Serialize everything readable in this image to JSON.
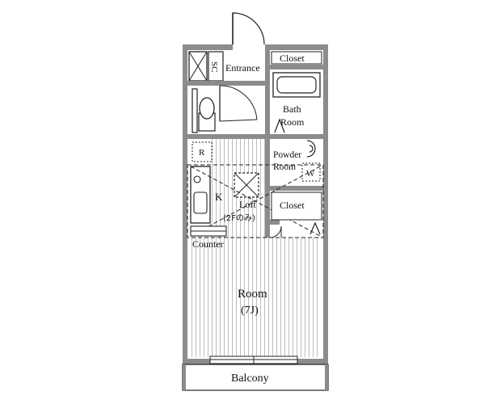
{
  "rooms": {
    "entrance": "Entrance",
    "shoe_storage": "SC",
    "closet_top": "Closet",
    "bath_line1": "Bath",
    "bath_line2": "Room",
    "powder_line1": "Powder",
    "powder_line2": "Room",
    "washer": "W",
    "refrigerator": "R",
    "kitchen": "K",
    "loft": "Loft",
    "loft_note": "(2Fのみ)",
    "closet_mid": "Closet",
    "counter": "Counter",
    "main_room": "Room",
    "main_room_size": "(7J)",
    "balcony": "Balcony"
  },
  "colors": {
    "wall": "#8c8c8c",
    "line": "#222222",
    "floor_hatch": "#bdbdbd",
    "background": "#ffffff"
  }
}
